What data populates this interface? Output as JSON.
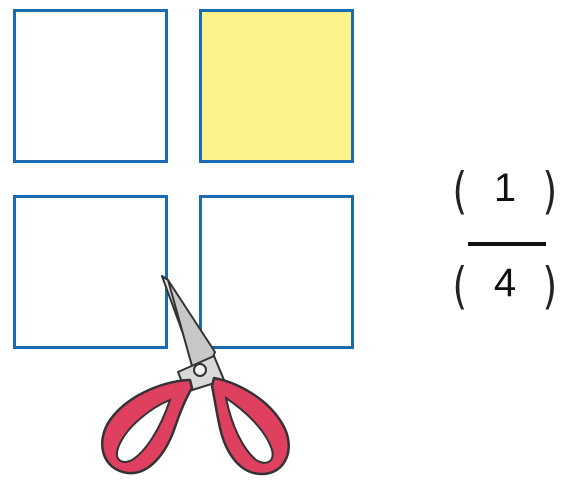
{
  "squares": [
    {
      "position": "top-left",
      "fill": "#ffffff"
    },
    {
      "position": "top-right",
      "fill": "#fbf28c"
    },
    {
      "position": "bottom-left",
      "fill": "#ffffff"
    },
    {
      "position": "bottom-right",
      "fill": "#ffffff"
    }
  ],
  "border_color": "#1a6bb0",
  "fraction": {
    "numerator": "1",
    "denominator": "4"
  },
  "icons": {
    "scissors": "scissors-icon"
  },
  "scissors_color": "#e0405f"
}
